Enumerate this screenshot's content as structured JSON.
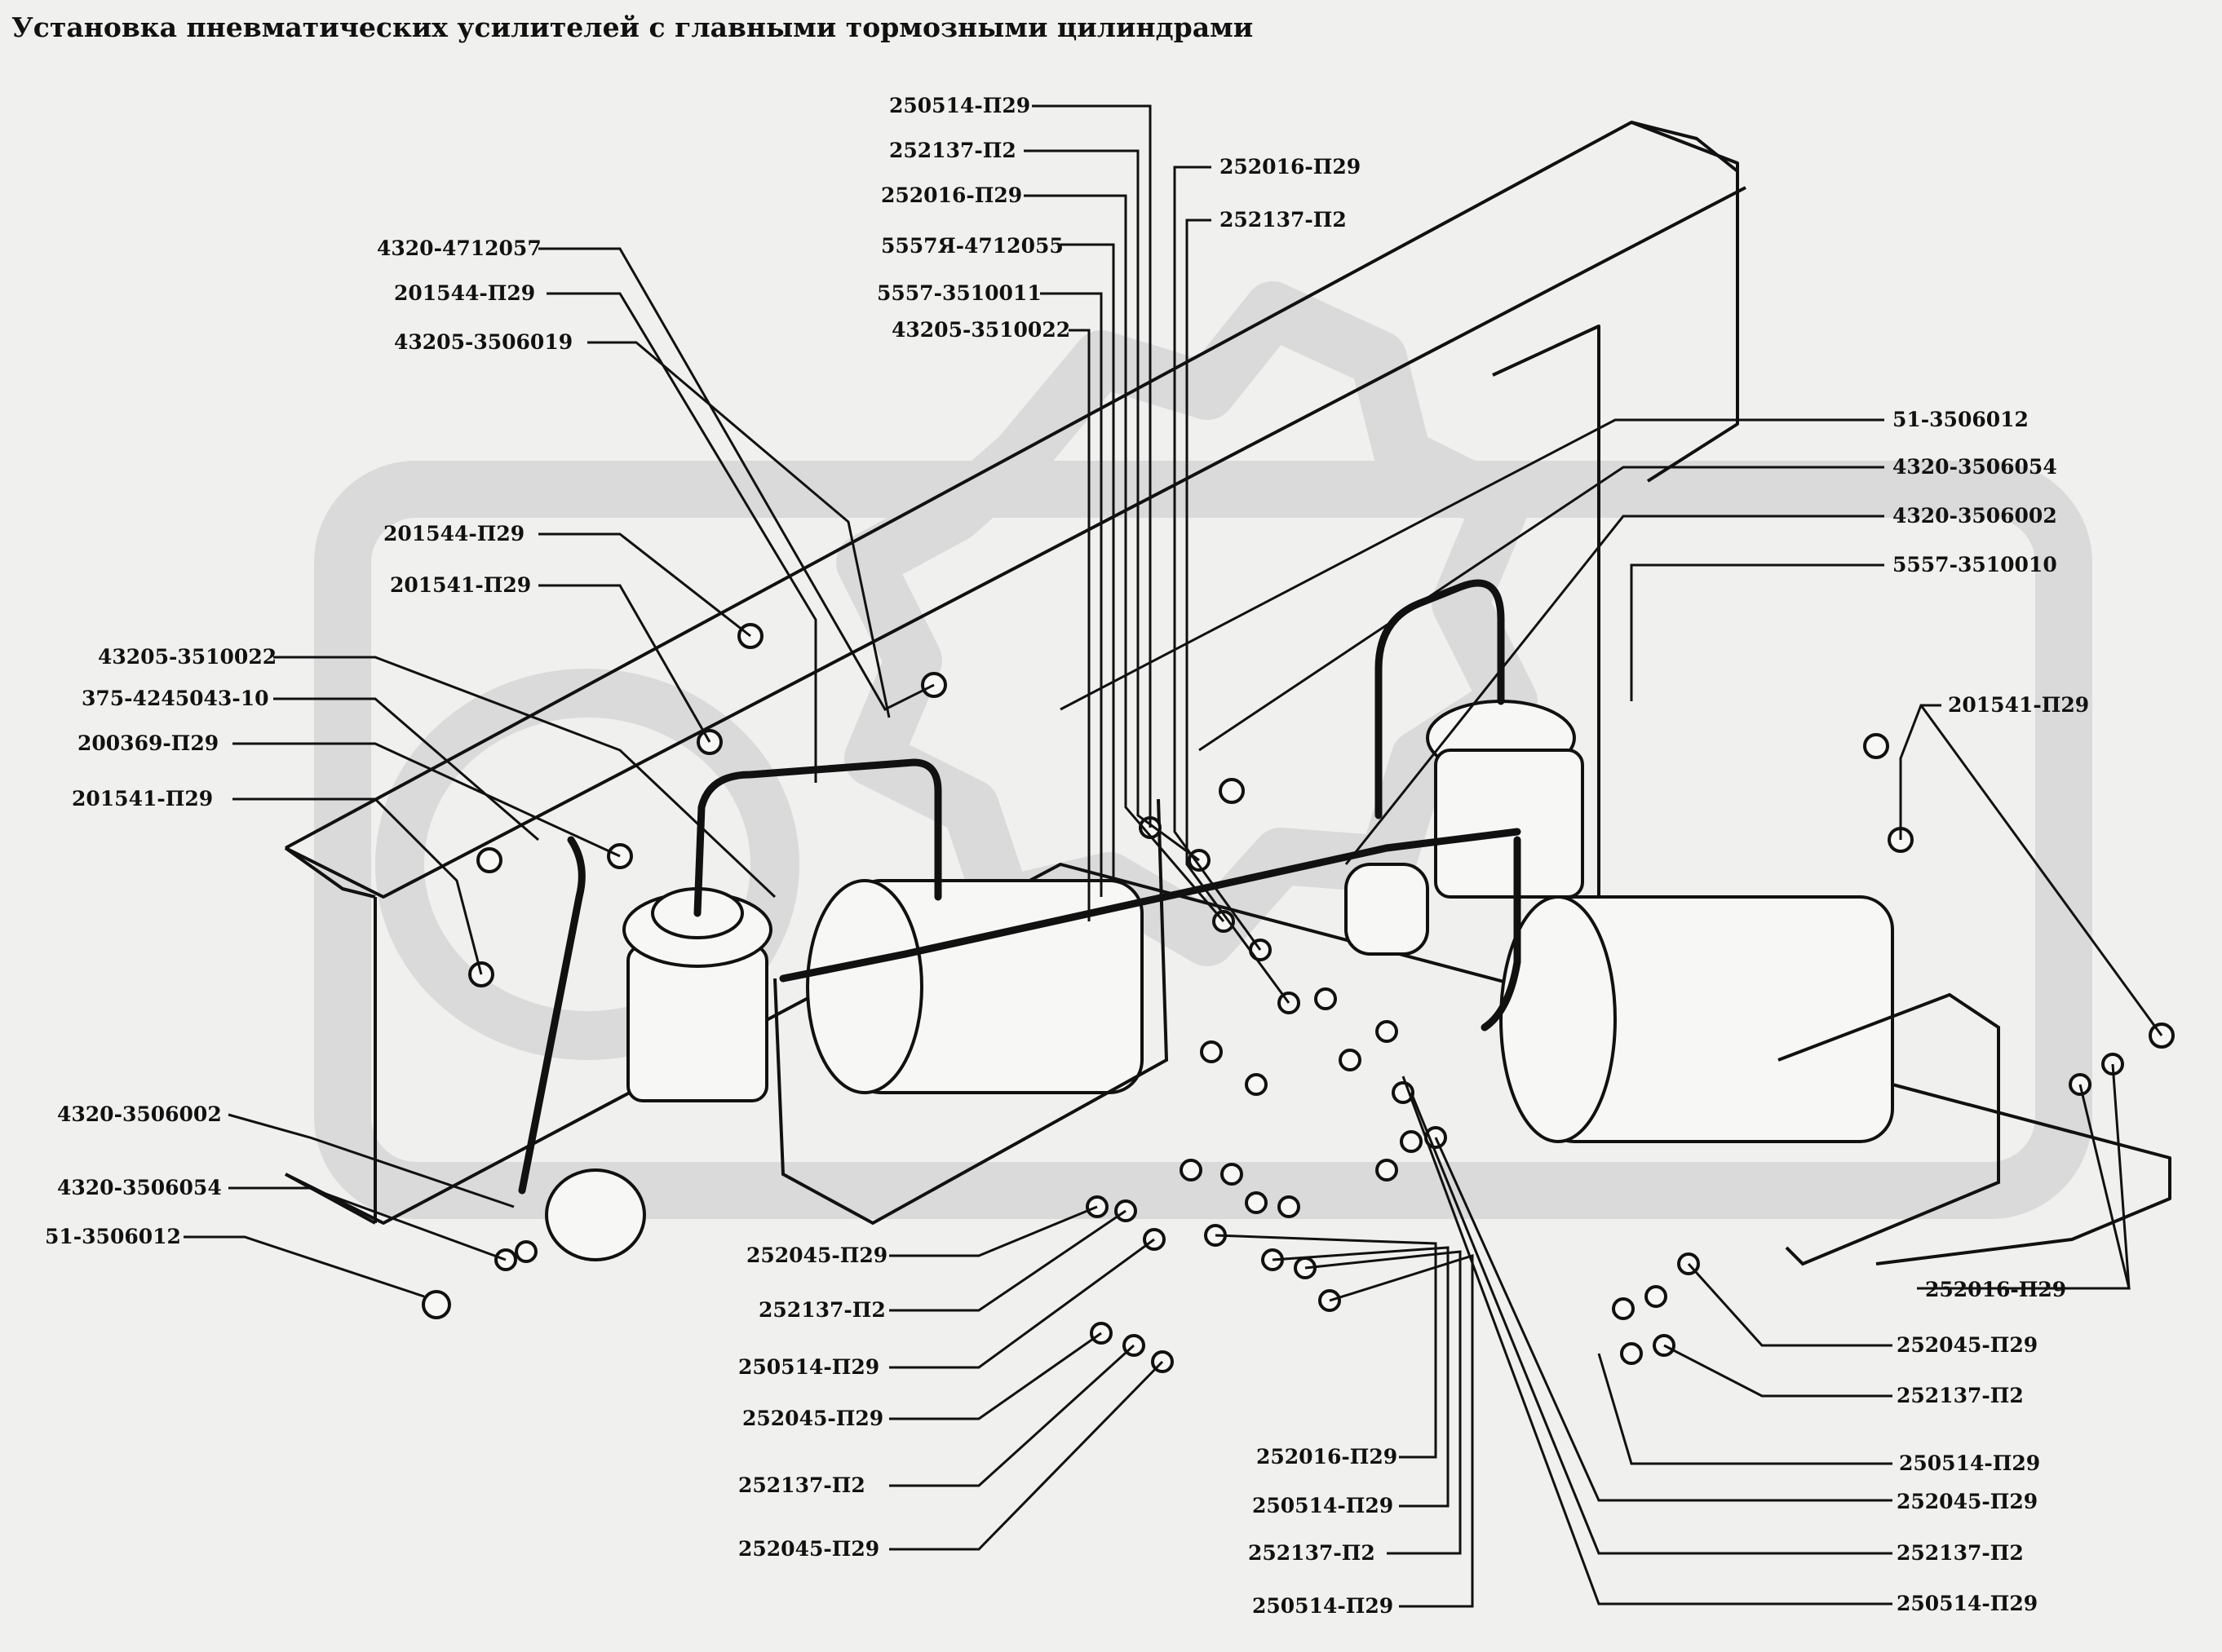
{
  "title": "Установка пневматических усилителей с главными тормозными цилиндрами",
  "watermark_color": "#c9c9c9",
  "line_color": "#111111",
  "background_color": "#f0f0ef",
  "callouts": [
    {
      "id": "c01",
      "label": "250514-П29"
    },
    {
      "id": "c02",
      "label": "252137-П2"
    },
    {
      "id": "c03",
      "label": "252016-П29"
    },
    {
      "id": "c04",
      "label": "5557Я-4712055"
    },
    {
      "id": "c05",
      "label": "5557-3510011"
    },
    {
      "id": "c06",
      "label": "43205-3510022"
    },
    {
      "id": "c07",
      "label": "252016-П29"
    },
    {
      "id": "c08",
      "label": "252137-П2"
    },
    {
      "id": "c09",
      "label": "4320-4712057"
    },
    {
      "id": "c10",
      "label": "201544-П29"
    },
    {
      "id": "c11",
      "label": "43205-3506019"
    },
    {
      "id": "c12",
      "label": "201544-П29"
    },
    {
      "id": "c13",
      "label": "201541-П29"
    },
    {
      "id": "c14",
      "label": "43205-3510022"
    },
    {
      "id": "c15",
      "label": "375-4245043-10"
    },
    {
      "id": "c16",
      "label": "200369-П29"
    },
    {
      "id": "c17",
      "label": "201541-П29"
    },
    {
      "id": "c18",
      "label": "4320-3506002"
    },
    {
      "id": "c19",
      "label": "4320-3506054"
    },
    {
      "id": "c20",
      "label": "51-3506012"
    },
    {
      "id": "c21",
      "label": "51-3506012"
    },
    {
      "id": "c22",
      "label": "4320-3506054"
    },
    {
      "id": "c23",
      "label": "4320-3506002"
    },
    {
      "id": "c24",
      "label": "5557-3510010"
    },
    {
      "id": "c25",
      "label": "201541-П29"
    },
    {
      "id": "c26",
      "label": "252016-П29"
    },
    {
      "id": "c27",
      "label": "252045-П29"
    },
    {
      "id": "c28",
      "label": "252137-П2"
    },
    {
      "id": "c29",
      "label": "250514-П29"
    },
    {
      "id": "c30",
      "label": "252045-П29"
    },
    {
      "id": "c31",
      "label": "252137-П2"
    },
    {
      "id": "c32",
      "label": "250514-П29"
    },
    {
      "id": "c33",
      "label": "252016-П29"
    },
    {
      "id": "c34",
      "label": "250514-П29"
    },
    {
      "id": "c35",
      "label": "252137-П2"
    },
    {
      "id": "c36",
      "label": "250514-П29"
    },
    {
      "id": "c37",
      "label": "252045-П29"
    },
    {
      "id": "c38",
      "label": "252137-П2"
    },
    {
      "id": "c39",
      "label": "250514-П29"
    },
    {
      "id": "c40",
      "label": "252045-П29"
    },
    {
      "id": "c41",
      "label": "252137-П2"
    },
    {
      "id": "c42",
      "label": "252045-П29"
    }
  ]
}
